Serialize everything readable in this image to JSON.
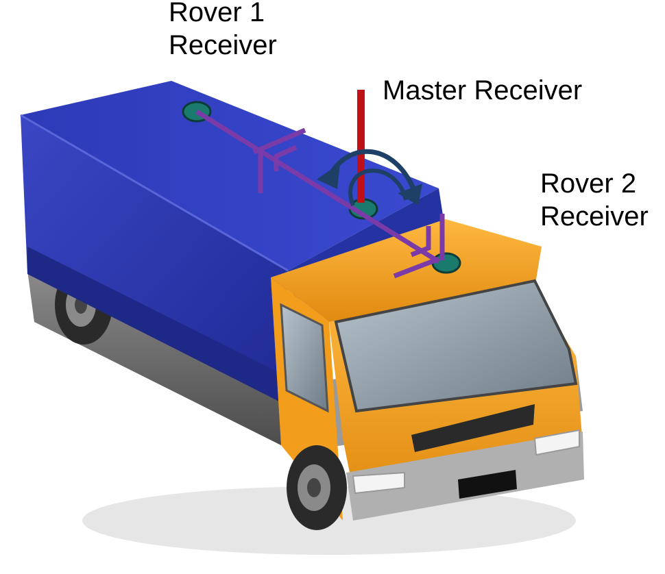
{
  "labels": {
    "rover1": {
      "line1": "Rover 1",
      "line2": "Receiver"
    },
    "master": {
      "line1": "Master Receiver"
    },
    "rover2": {
      "line1": "Rover 2",
      "line2": "Receiver"
    }
  },
  "colors": {
    "cargo_box": "#2a35b0",
    "cab": "#f0a020",
    "baseline": "#7a3aa8",
    "master_antenna": "#c01018",
    "rotation_arrow": "#1e3f66",
    "receiver_disc": "#1a7a6e",
    "windshield": "#8a9aa8",
    "chassis": "#5a5a5a"
  },
  "icons": {
    "truck": "truck-illustration",
    "rotation": "curved-double-arrow-icon"
  }
}
